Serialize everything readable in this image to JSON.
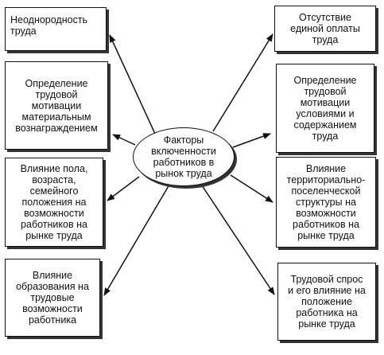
{
  "center": {
    "label": "Факторы\nвключенности\nработников в\nрынок труда"
  },
  "left_boxes": [
    {
      "label": "Неоднородность\nтруда"
    },
    {
      "label": "Определение\nтрудовой\nмотивации\nматериальным\nвознаграждением"
    },
    {
      "label": "Влияние пола,\nвозраста,\nсемейного\nположения на\nвозможности\nработников на\nрынке труда"
    },
    {
      "label": "Влияние\nобразования на\nтрудовые\nвозможности\nработника"
    }
  ],
  "right_boxes": [
    {
      "label": "Отсутствие\nединой оплаты\nтруда"
    },
    {
      "label": "Определение\nтрудовой\nмотивации\nусловиями и\nсодержанием\nтруда"
    },
    {
      "label": "Влияние\nтерриториально-\nпоселенческой\nструктуры на\nвозможности\nработников на\nрынке труда"
    },
    {
      "label": "Трудовой спрос\nи его влияние на\nположение\nработника на\nрынке труда"
    }
  ],
  "colors": {
    "stroke": "#111111",
    "shadow": "#333333",
    "background": "#ffffff"
  }
}
